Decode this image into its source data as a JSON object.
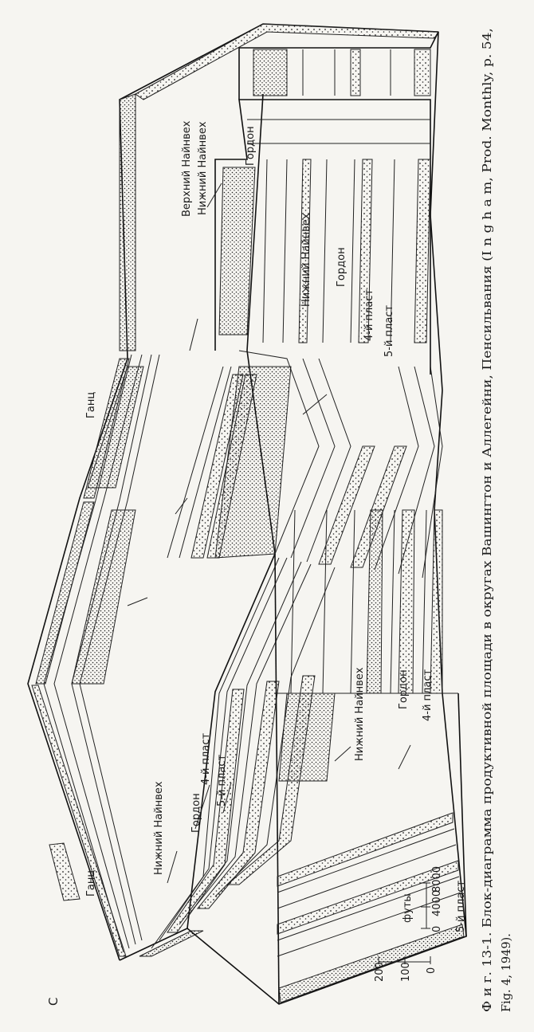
{
  "labels": {
    "north": "С",
    "gantts_1": "Ганц",
    "gantts_2": "Ганц",
    "upper_nineveh": "Верхний Найнвех",
    "lower_nineveh_1": "Нижний Найнвех",
    "lower_nineveh_2": "Нижний Найнвех",
    "lower_nineveh_3": "Нижний Найнвех",
    "lower_nineveh_4": "Нижний Найнвех",
    "gordon_1": "Гордон",
    "gordon_2": "Гордон",
    "gordon_3": "Гордон",
    "gordon_4": "Гордон",
    "layer4_1": "4-й пласт",
    "layer4_2": "4-й пласт",
    "layer4_3": "4-й пласт",
    "layer5_1": "5-й пласт",
    "layer5_2": "5-й пласт",
    "layer5_3": "5-й пласт"
  },
  "vertical_scale": {
    "ticks": [
      "200",
      "100",
      "0"
    ]
  },
  "horizontal_scale": {
    "unit": "футы",
    "ticks": [
      "0",
      "4000",
      "8000"
    ]
  },
  "caption": {
    "line1": "Ф и г. 13-1. Блок-диаграмма продуктивной площади в округах Вашингтон и Аллегейни, Пенсильвания (I n g h a m, Prod. Monthly, p. 54,",
    "line2": "Fig. 4, 1949)."
  }
}
